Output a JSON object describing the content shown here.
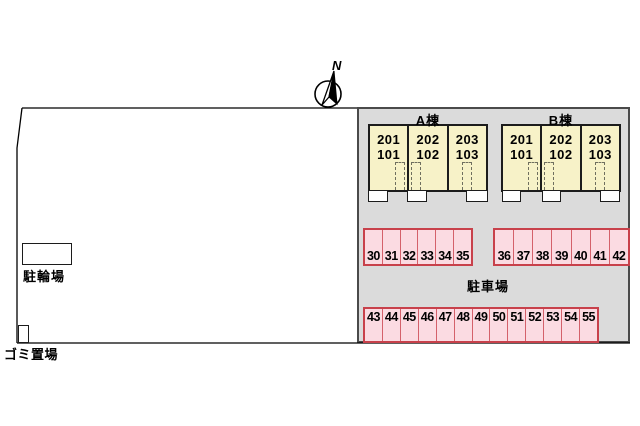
{
  "compass": {
    "north_label": "N"
  },
  "buildings": [
    {
      "label": "A棟",
      "units": [
        {
          "upper": "201",
          "lower": "101"
        },
        {
          "upper": "202",
          "lower": "102"
        },
        {
          "upper": "203",
          "lower": "103"
        }
      ]
    },
    {
      "label": "B棟",
      "units": [
        {
          "upper": "201",
          "lower": "101"
        },
        {
          "upper": "202",
          "lower": "102"
        },
        {
          "upper": "203",
          "lower": "103"
        }
      ]
    }
  ],
  "parking": {
    "label": "駐車場",
    "row1_group1": [
      "30",
      "31",
      "32",
      "33",
      "34",
      "35"
    ],
    "row1_group2": [
      "36",
      "37",
      "38",
      "39",
      "40",
      "41",
      "42"
    ],
    "row2": [
      "43",
      "44",
      "45",
      "46",
      "47",
      "48",
      "49",
      "50",
      "51",
      "52",
      "53",
      "54",
      "55"
    ]
  },
  "facilities": {
    "bicycle_parking_label": "駐輪場",
    "garbage_area_label": "ゴミ置場"
  },
  "colors": {
    "building_fill": "#F7F2C8",
    "parking_space_fill": "#FBDBE2",
    "parking_space_border": "#C8414B",
    "site_area_fill": "#DBDBDB"
  }
}
